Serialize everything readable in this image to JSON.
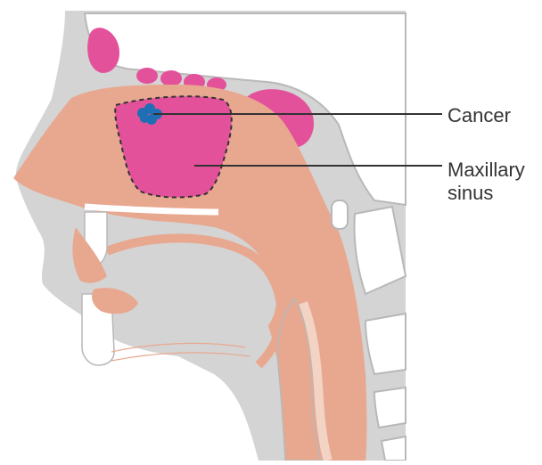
{
  "labels": {
    "cancer": "Cancer",
    "maxillary_line1": "Maxillary",
    "maxillary_line2": "sinus"
  },
  "colors": {
    "skin_grey": "#d4d4d4",
    "bone_outline": "#b8b8b8",
    "tissue_peach": "#e8a890",
    "sinus_pink": "#e4519b",
    "cancer_blue": "#1f6fb4",
    "leader_line": "#333333",
    "white": "#ffffff"
  }
}
